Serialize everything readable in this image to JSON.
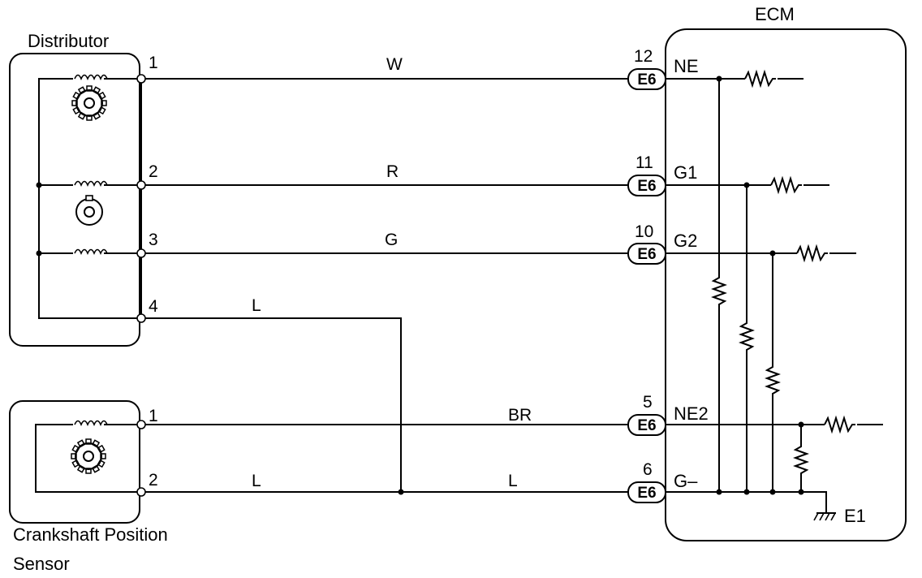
{
  "distributor": {
    "title": "Distributor",
    "terminals": [
      "1",
      "2",
      "3",
      "4"
    ]
  },
  "crank_sensor": {
    "title_line1": "Crankshaft Position",
    "title_line2": "Sensor",
    "terminals": [
      "1",
      "2"
    ]
  },
  "ecm": {
    "title": "ECM",
    "ground_label": "E1",
    "pins": [
      {
        "num": "12",
        "conn": "E6",
        "signal": "NE"
      },
      {
        "num": "11",
        "conn": "E6",
        "signal": "G1"
      },
      {
        "num": "10",
        "conn": "E6",
        "signal": "G2"
      },
      {
        "num": "5",
        "conn": "E6",
        "signal": "NE2"
      },
      {
        "num": "6",
        "conn": "E6",
        "signal": "G–"
      }
    ]
  },
  "wires": {
    "w1": "W",
    "w2": "R",
    "w3": "G",
    "w4": "L",
    "w5": "BR",
    "w6a": "L",
    "w6b": "L"
  }
}
